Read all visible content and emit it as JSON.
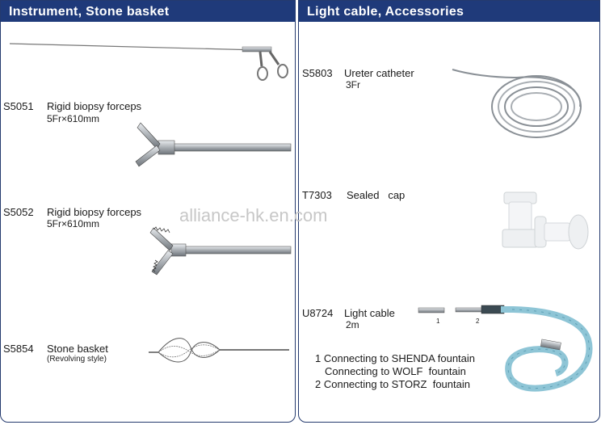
{
  "left_header": "Instrument, Stone  basket",
  "right_header": "Light cable, Accessories",
  "watermark": "alliance-hk.en.com",
  "items": {
    "s5051": {
      "code": "S5051",
      "name": "Rigid biopsy forceps",
      "spec": "5Fr×610mm"
    },
    "s5052": {
      "code": "S5052",
      "name": "Rigid biopsy forceps",
      "spec": "5Fr×610mm"
    },
    "s5854": {
      "code": "S5854",
      "name": "Stone basket",
      "spec": "(Revolving style)"
    },
    "s5803": {
      "code": "S5803",
      "name": "Ureter catheter",
      "spec": "3Fr"
    },
    "t7303": {
      "code": "T7303",
      "name": "Sealed   cap"
    },
    "u8724": {
      "code": "U8724",
      "name": "Light cable",
      "spec": "2m",
      "part1": "1",
      "part2": "2",
      "connections": [
        "1 Connecting to SHENDA fountain",
        "Connecting to WOLF  fountain",
        "2 Connecting to STORZ  fountain"
      ]
    }
  },
  "colors": {
    "header_bg": "#1f3a7a",
    "cable_blue": "#8ec5d6",
    "metal": "#a9aeb3"
  }
}
